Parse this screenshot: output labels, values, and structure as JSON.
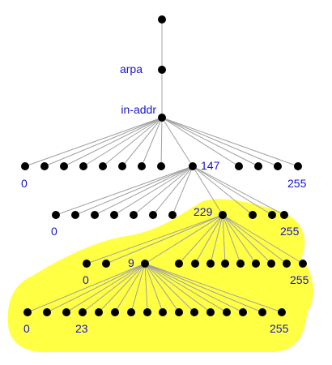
{
  "tree": {
    "root_label": "",
    "level1_label": "arpa",
    "level2_label": "in-addr",
    "level3": {
      "left_label": "0",
      "mid_label": "147",
      "right_label": "255"
    },
    "level4": {
      "left_label": "0",
      "mid_label": "229",
      "right_label": "255"
    },
    "level5": {
      "left_label": "0",
      "mid_label": "9",
      "right_label": "255"
    },
    "level6": {
      "left_label": "0",
      "mid_label": "23",
      "right_label": "255"
    }
  },
  "colors": {
    "node": "#000000",
    "edge": "#a0a0a0",
    "label": "#1515c8",
    "highlight": "#ffff44"
  }
}
